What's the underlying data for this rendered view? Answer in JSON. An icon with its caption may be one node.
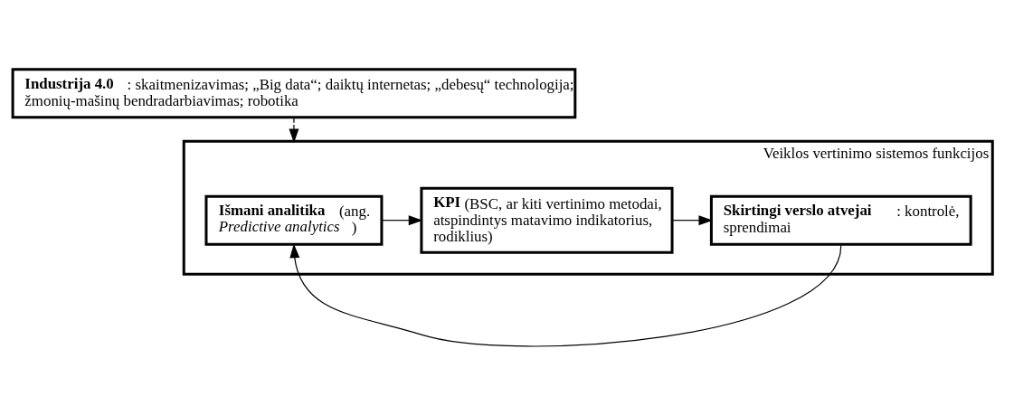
{
  "diagram": {
    "nodes": [
      {
        "text": [
          "**Industrija 4.0**: skaitmenizavimas; „Big data“; daiktų internetas; „debesų“ technologija; žmonių-mašinų bendradarbiavimas; robotika"
        ]
      },
      {
        "text": [
          "Veiklos vertinimo sistemos funkcijos"
        ]
      },
      {
        "text": [
          "**Išmani analitika** (ang. *Predictive analytics*)"
        ],
        "in": 1
      },
      {
        "text": [
          "**KPI** (BSC, ar kiti vertinimo metodai, atspindintys matavimo indikatorius, rodiklius)"
        ],
        "in": 1
      },
      {
        "text": [
          "**Skirtingi verslo atvejai**: kontrolė, sprendimai"
        ],
        "in": 1
      }
    ],
    "edges": [
      {
        "from": 0,
        "to": 1,
        "arrow": "to",
        "style": "dashed"
      },
      {
        "from": 2,
        "to": 3,
        "arrow": "to"
      },
      {
        "from": 3,
        "to": 4,
        "arrow": "to"
      },
      {
        "from": 4,
        "to": 2,
        "arrow": "to"
      }
    ]
  }
}
